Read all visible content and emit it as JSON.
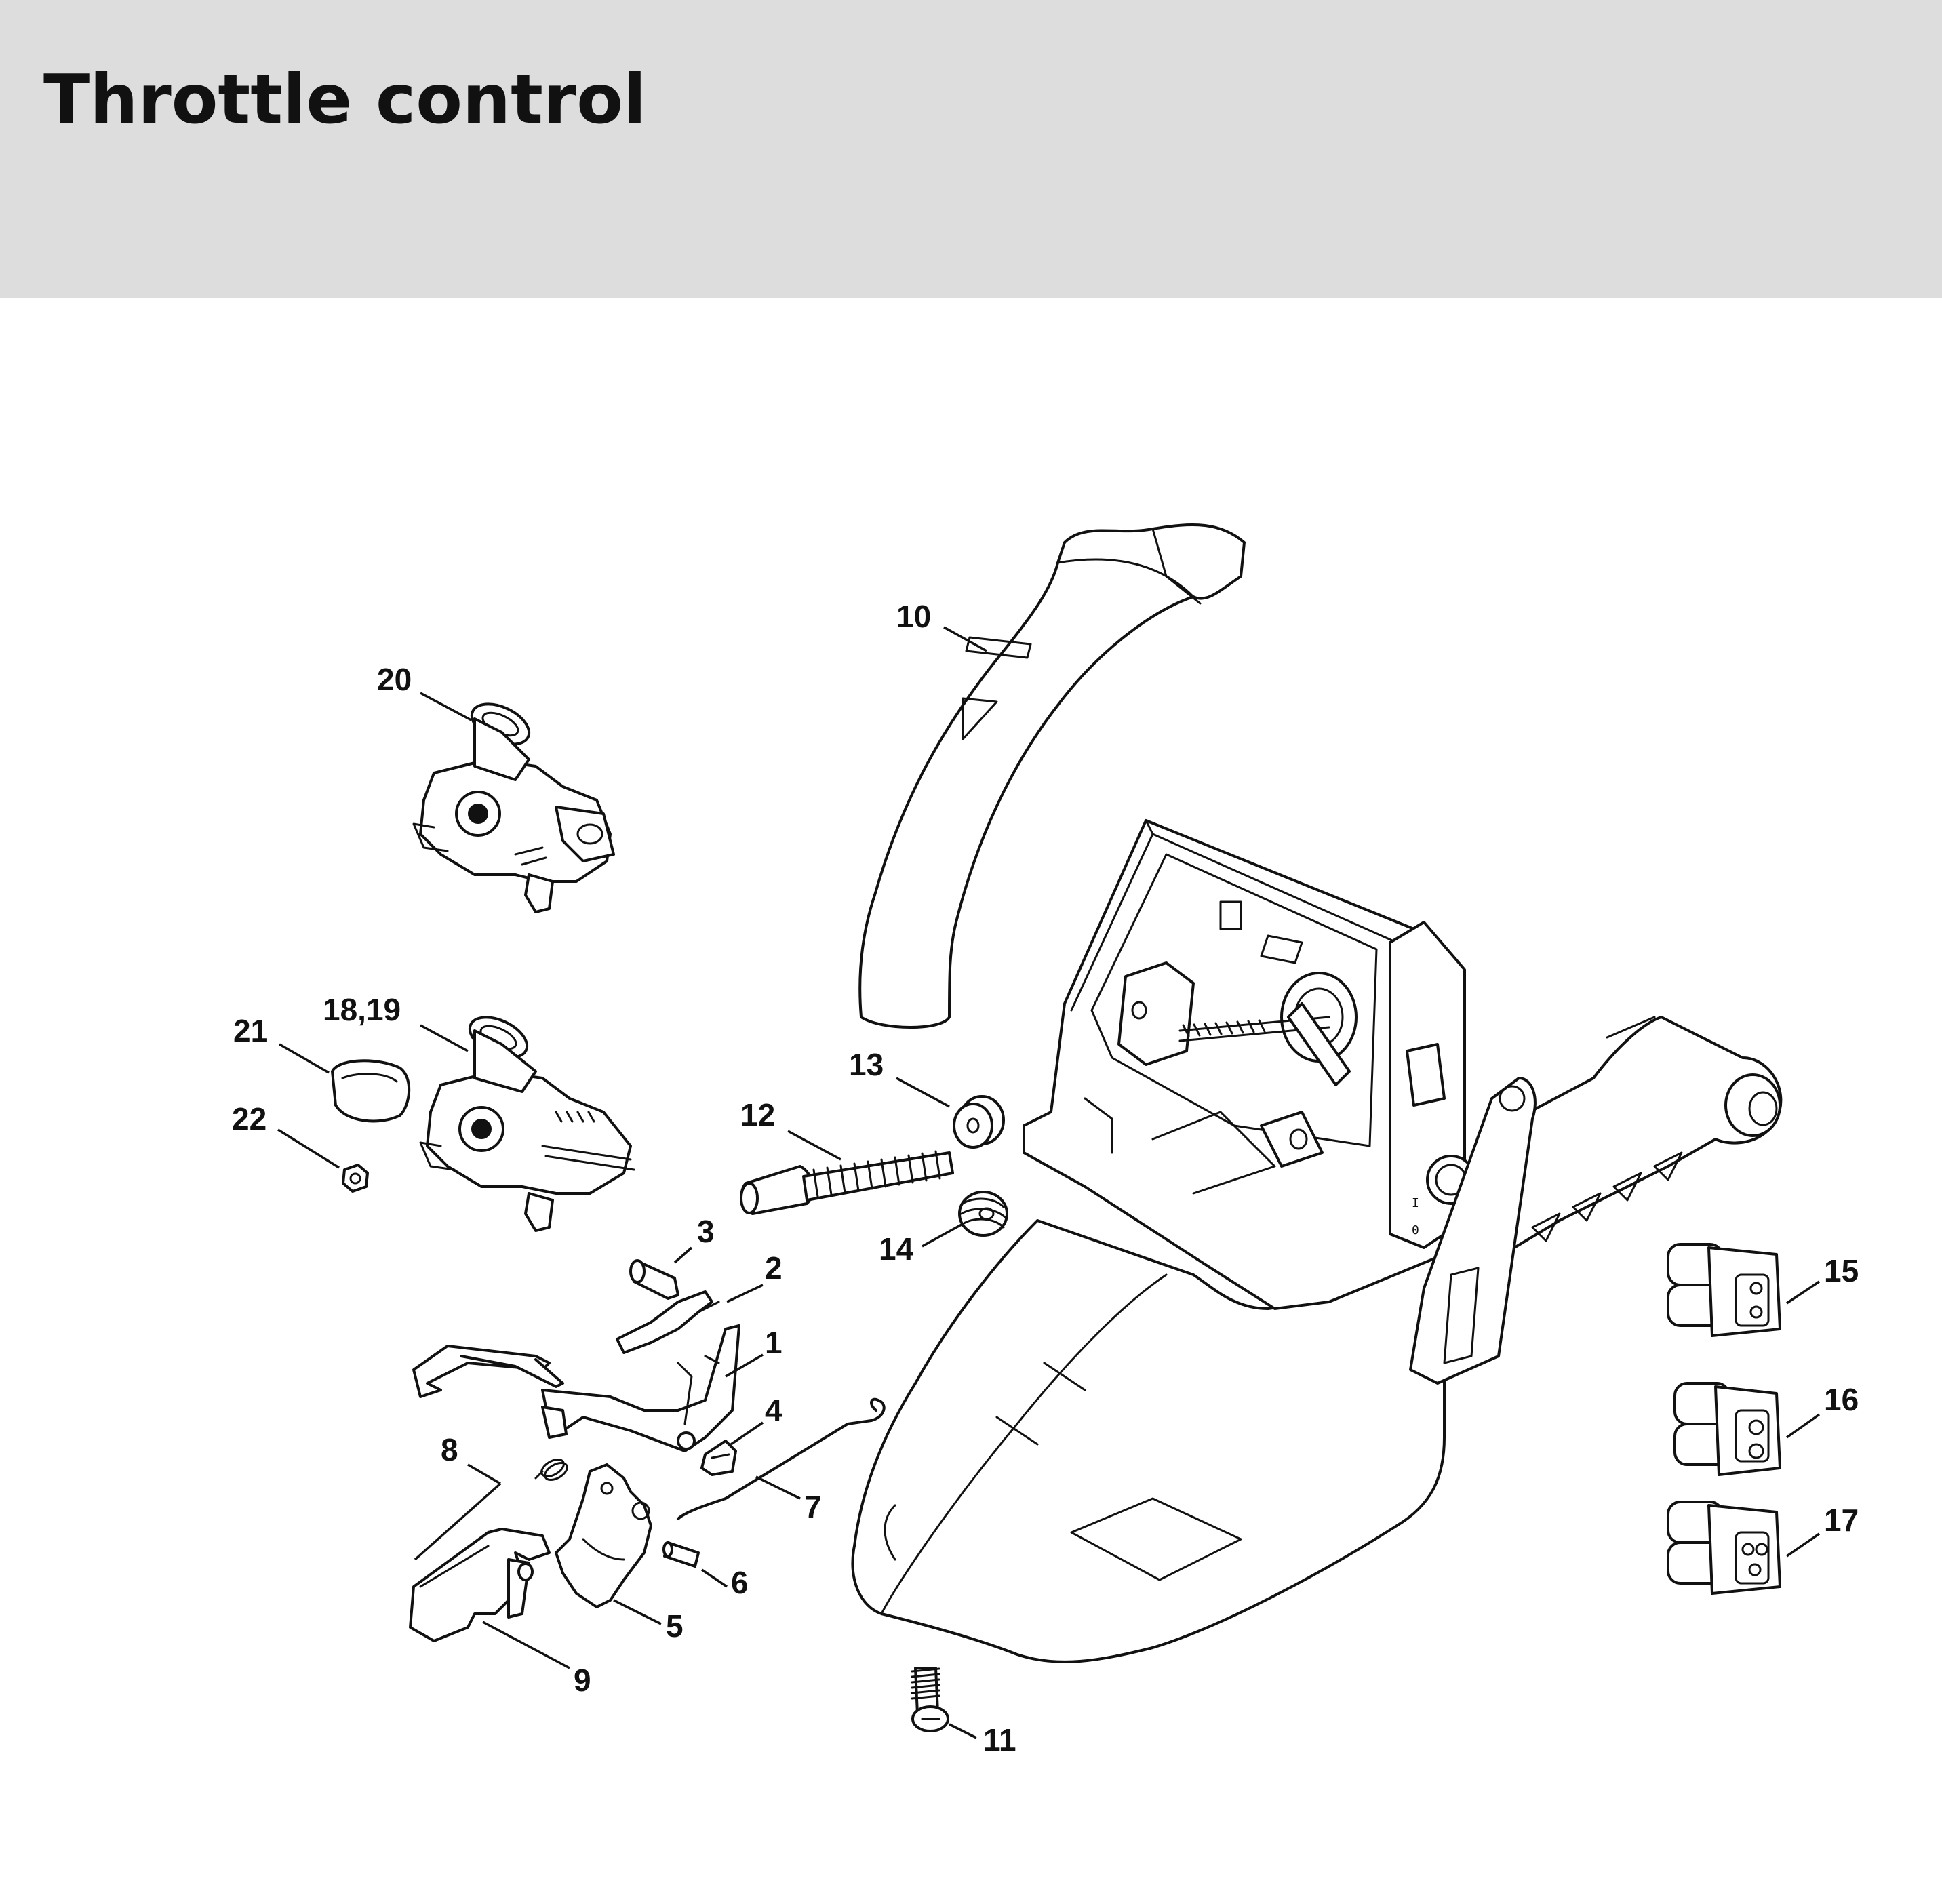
{
  "page": {
    "title": "Throttle control",
    "header_color": "#dcdddc"
  },
  "callouts": {
    "c1": "1",
    "c2": "2",
    "c3": "3",
    "c4": "4",
    "c5": "5",
    "c6": "6",
    "c7": "7",
    "c8": "8",
    "c9": "9",
    "c10": "10",
    "c11": "11",
    "c12": "12",
    "c13": "13",
    "c14": "14",
    "c15": "15",
    "c16": "16",
    "c17": "17",
    "c18_19": "18,19",
    "c20": "20",
    "c21": "21",
    "c22": "22"
  }
}
